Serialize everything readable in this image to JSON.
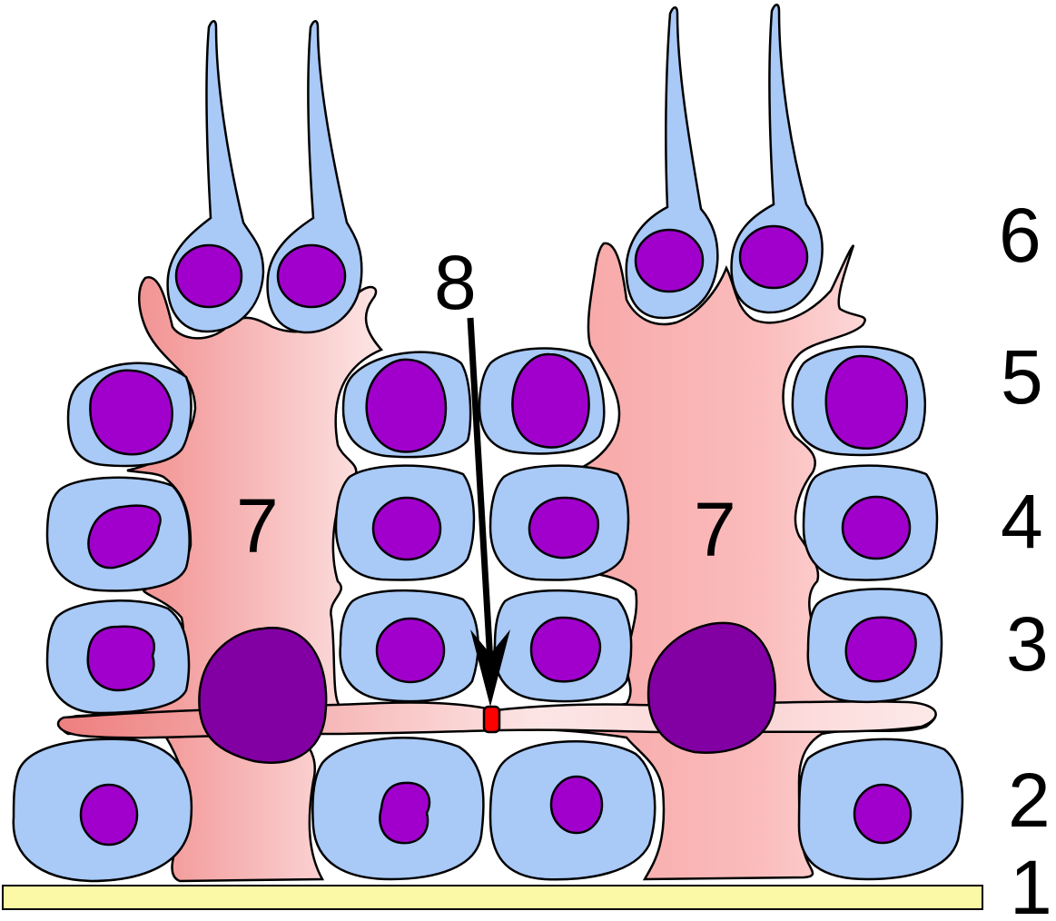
{
  "diagram": {
    "layer_labels": [
      "1",
      "2",
      "3",
      "4",
      "5",
      "6"
    ],
    "sertoli_label": "7",
    "junction_label": "8"
  },
  "colors": {
    "basement_membrane": "#fbf8a6",
    "germ_cell": "#a9c9f7",
    "germ_nucleus": "#a100cc",
    "sertoli_cell": "#f7a4a4",
    "sertoli_nucleus": "#8200a3",
    "tight_junction": "#ff0000"
  }
}
